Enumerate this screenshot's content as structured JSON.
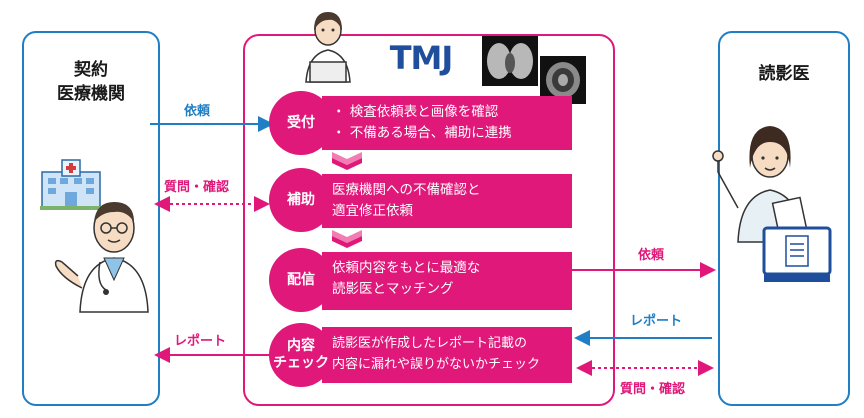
{
  "left_panel": {
    "title_line1": "契約",
    "title_line2": "医療機関"
  },
  "right_panel": {
    "title": "読影医"
  },
  "center_panel": {
    "logo_text": "TMJ"
  },
  "steps": [
    {
      "label": "受付",
      "text": "・ 検査依頼表と画像を確認\n・ 不備ある場合、補助に連携"
    },
    {
      "label": "補助",
      "text": "医療機関への不備確認と\n適宜修正依頼"
    },
    {
      "label": "配信",
      "text": "依頼内容をもとに最適な\n読影医とマッチング"
    },
    {
      "label": "内容\nチェック",
      "text": "読影医が作成したレポート記載の\n内容に漏れや誤りがないかチェック"
    }
  ],
  "arrows": {
    "left_request": "依頼",
    "left_inquiry": "質問・確認",
    "left_report": "レポート",
    "right_request": "依頼",
    "right_report": "レポート",
    "right_inquiry": "質問・確認"
  },
  "colors": {
    "blue": "#1f7ec4",
    "pink": "#e0187a"
  }
}
